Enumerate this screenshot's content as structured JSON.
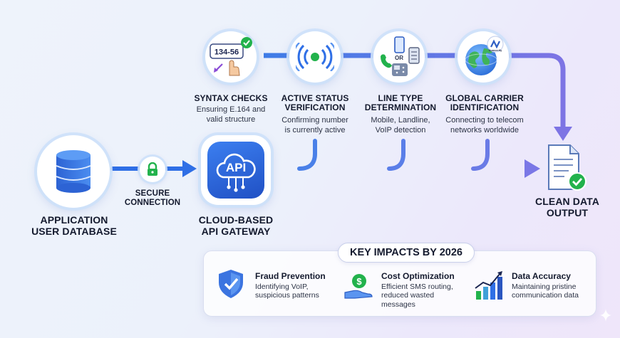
{
  "nodes": {
    "database": {
      "label_line1": "APPLICATION",
      "label_line2": "USER DATABASE"
    },
    "secure": {
      "label_line1": "SECURE",
      "label_line2": "CONNECTION"
    },
    "gateway": {
      "icon_text": "API",
      "label_line1": "CLOUD-BASED",
      "label_line2": "API GATEWAY"
    },
    "output": {
      "label_line1": "CLEAN DATA",
      "label_line2": "OUTPUT"
    }
  },
  "checks": [
    {
      "icon_text": "134-56",
      "title_line1": "SYNTAX CHECKS",
      "title_line2": "",
      "desc_line1": "Ensuring E.164 and",
      "desc_line2": "valid structure"
    },
    {
      "icon_text": "",
      "title_line1": "ACTIVE STATUS",
      "title_line2": "VERIFICATION",
      "desc_line1": "Confirming number",
      "desc_line2": "is currently active"
    },
    {
      "icon_text": "OR",
      "title_line1": "LINE TYPE",
      "title_line2": "DETERMINATION",
      "desc_line1": "Mobile, Landline,",
      "desc_line2": "VoIP detection"
    },
    {
      "icon_text": "Numverify",
      "title_line1": "GLOBAL CARRIER",
      "title_line2": "IDENTIFICATION",
      "desc_line1": "Connecting to telecom",
      "desc_line2": "networks worldwide"
    }
  ],
  "impacts": {
    "heading": "KEY IMPACTS BY 2026",
    "items": [
      {
        "title": "Fraud Prevention",
        "desc_line1": "Identifying VoIP,",
        "desc_line2": "suspicious patterns",
        "desc_line3": ""
      },
      {
        "title": "Cost Optimization",
        "desc_line1": "Efficient SMS routing,",
        "desc_line2": "reduced wasted",
        "desc_line3": "messages"
      },
      {
        "title": "Data Accuracy",
        "desc_line1": "Maintaining pristine",
        "desc_line2": "communication data",
        "desc_line3": ""
      }
    ]
  },
  "colors": {
    "flow_blue": "#2f6fe6",
    "flow_purple": "#7a77e6",
    "check_green": "#22b24c"
  }
}
